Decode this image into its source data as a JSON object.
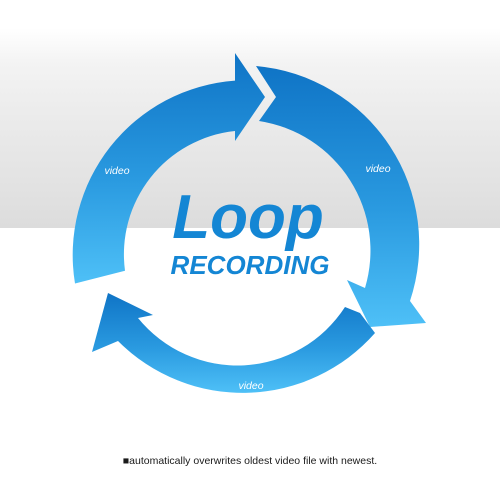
{
  "graphic": {
    "title_word": "Loop",
    "subtitle_word": "RECORDING",
    "segments": [
      {
        "label": "video"
      },
      {
        "label": "video"
      },
      {
        "label": "video"
      }
    ],
    "colors": {
      "ring_light": "#43b6f4",
      "ring_dark": "#0e73c4",
      "title": "#1486d4",
      "background_gray": "#e2e2e2"
    }
  },
  "caption": {
    "bullet": "■",
    "text": "automatically overwrites oldest video file with newest."
  }
}
